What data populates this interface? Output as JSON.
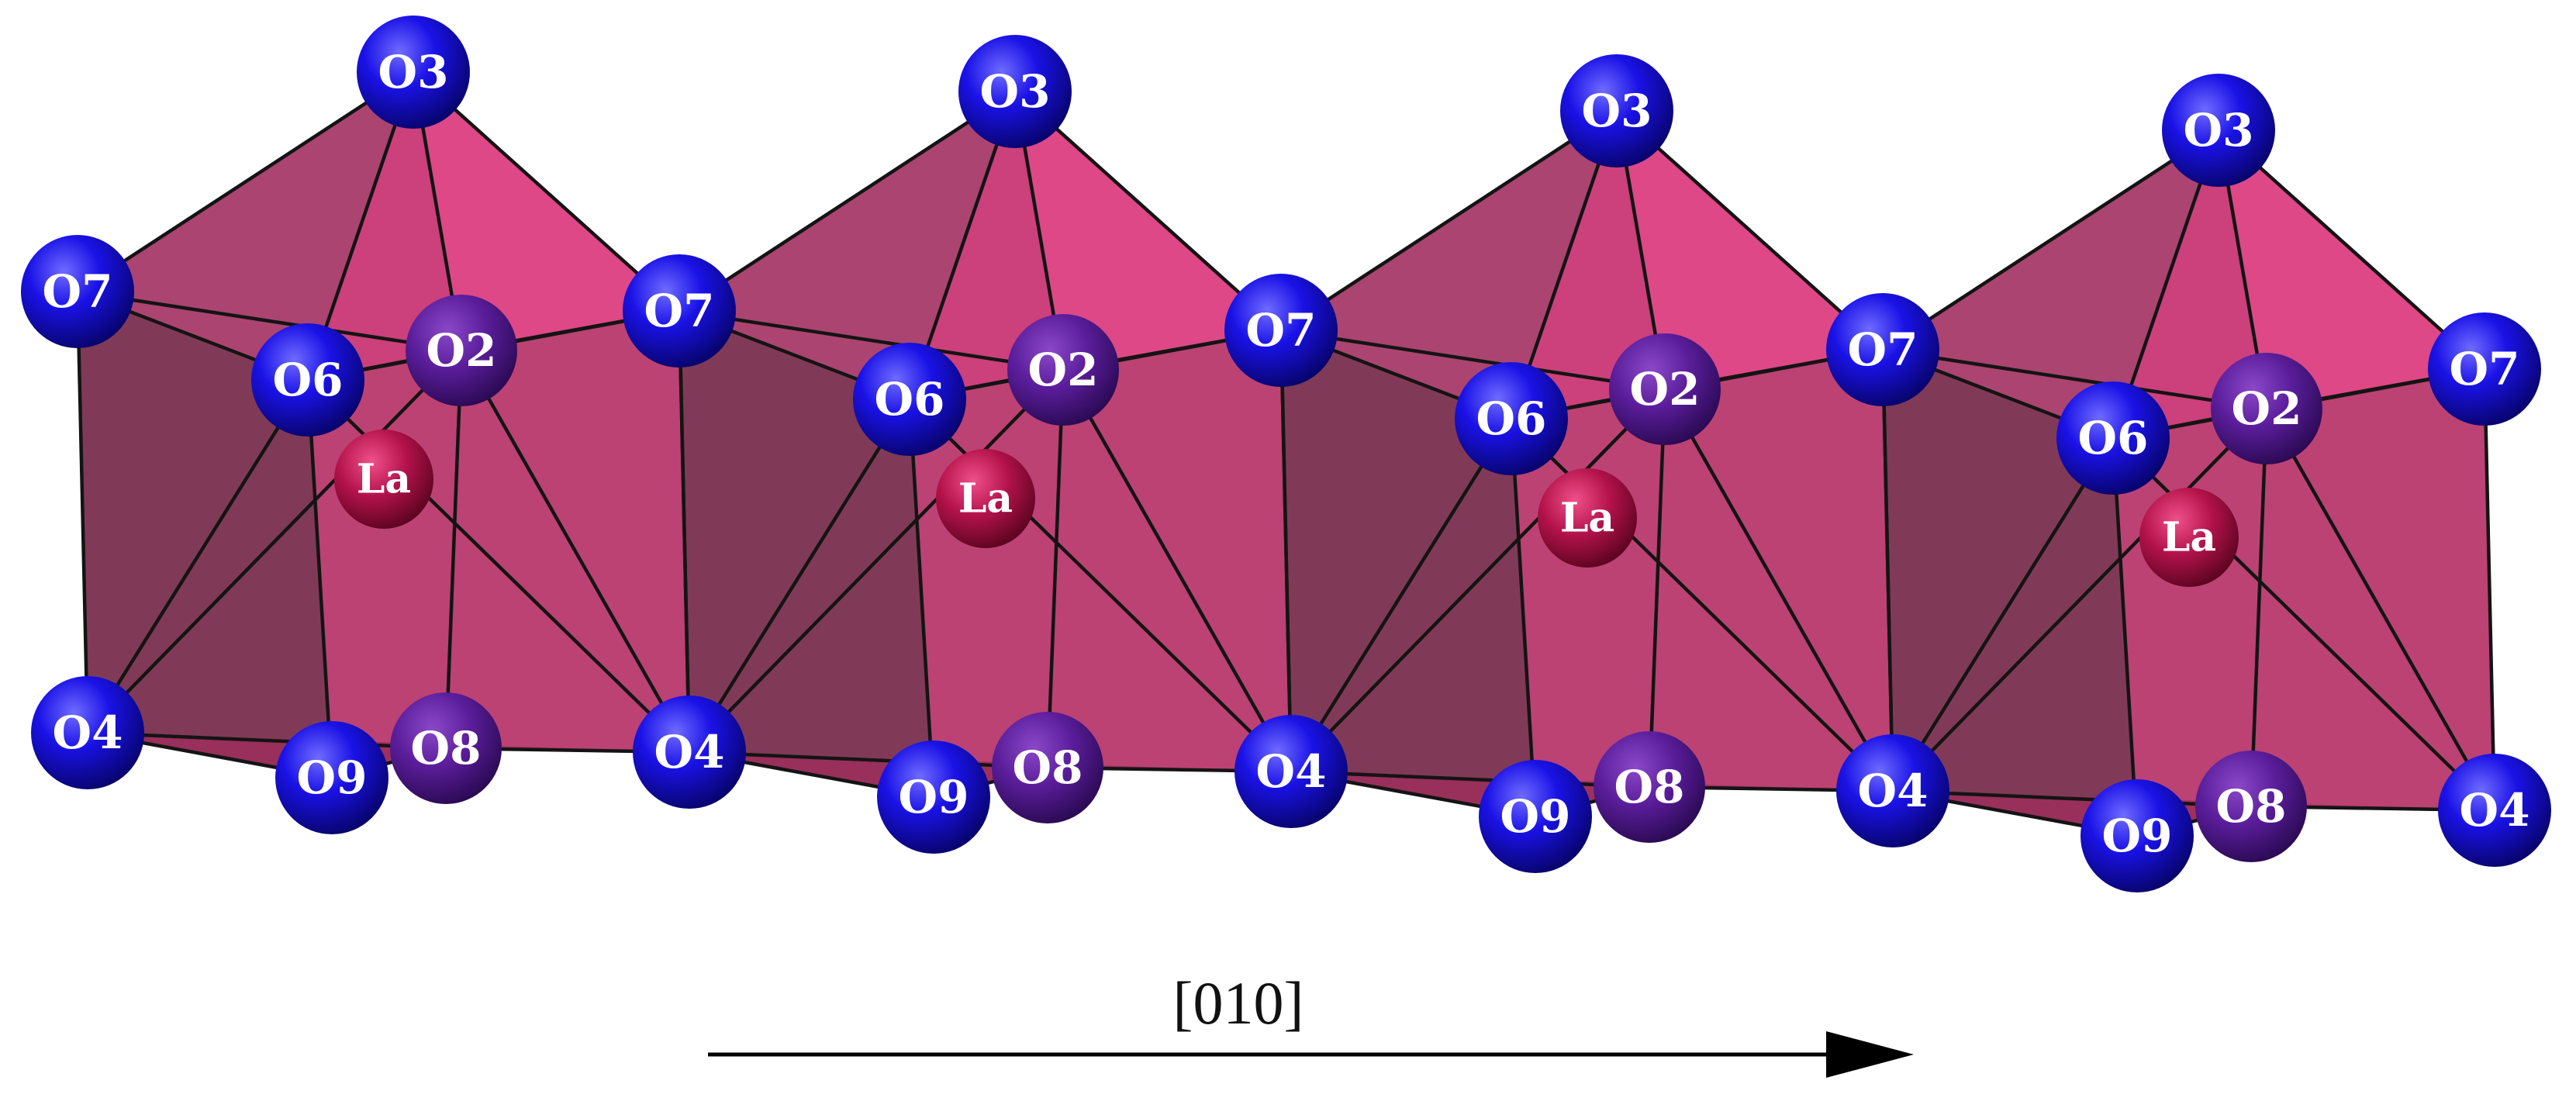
{
  "structure": {
    "units": [
      {
        "o3": "O3",
        "o7_left": "O7",
        "o6": "O6",
        "o2": "O2",
        "la": "La",
        "o4_left": "O4",
        "o9": "O9",
        "o8": "O8"
      },
      {
        "o3": "O3",
        "o7_left": "O7",
        "o6": "O6",
        "o2": "O2",
        "la": "La",
        "o4_left": "O4",
        "o9": "O9",
        "o8": "O8"
      },
      {
        "o3": "O3",
        "o7_left": "O7",
        "o6": "O6",
        "o2": "O2",
        "la": "La",
        "o4_left": "O4",
        "o9": "O9",
        "o8": "O8"
      },
      {
        "o3": "O3",
        "o7_left": "O7",
        "o6": "O6",
        "o2": "O2",
        "la": "La",
        "o4_left": "O4",
        "o9": "O9",
        "o8": "O8"
      }
    ],
    "end_cap": {
      "o7": "O7",
      "o4": "O4"
    },
    "colors": {
      "oxygen": "#1a12e6",
      "lanthanum": "#b3124a",
      "polyhedron_light": "#d63a7a",
      "polyhedron_dark": "#7a3050",
      "bond": "#141414"
    }
  },
  "direction_axis": {
    "label": "[010]"
  }
}
